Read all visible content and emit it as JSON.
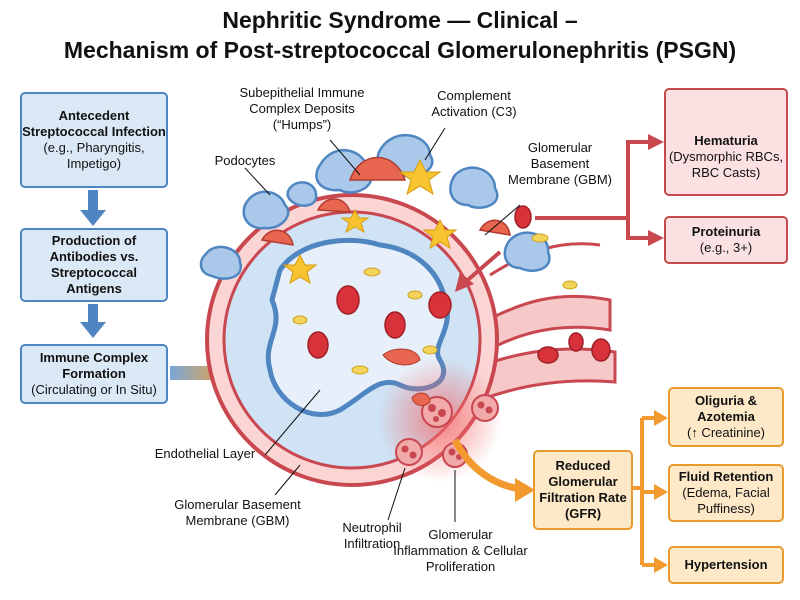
{
  "title": {
    "line1": "Nephritic Syndrome — Clinical –",
    "line2": "Mechanism of Post-streptococcal Glomerulonephritis (PSGN)"
  },
  "left_flow": {
    "step1": {
      "bold": "Antecedent Streptococcal Infection",
      "normal": "(e.g., Pharyngitis, Impetigo)"
    },
    "step2": {
      "bold": "Production of Antibodies vs. Streptococcal Antigens"
    },
    "step3": {
      "bold": "Immune Complex Formation",
      "normal": "(Circulating or In Situ)"
    }
  },
  "diagram_labels": {
    "podocytes": "Podocytes",
    "deposits": "Subepithelial Immune Complex Deposits (“Humps”)",
    "complement": "Complement Activation (C3)",
    "gbm_top": "Glomerular Basement Membrane (GBM)",
    "endothelial": "Endothelial Layer",
    "gbm_bottom": "Glomerular Basement Membrane (GBM)",
    "neutrophil": "Neutrophil Infiltration",
    "inflammation": "Glomerular Inflammation & Cellular Proliferation"
  },
  "right_outcomes": {
    "hematuria": {
      "bold": "Hematuria",
      "normal": "(Dysmorphic RBCs, RBC Casts)"
    },
    "proteinuria": {
      "bold": "Proteinuria",
      "normal": "(e.g., 3+)"
    },
    "gfr": {
      "bold": "Reduced Glomerular Filtration Rate (GFR)"
    },
    "oliguria": {
      "bold": "Oliguria & Azotemia",
      "normal": "(↑ Creatinine)"
    },
    "fluid": {
      "bold": "Fluid Retention",
      "normal": "(Edema, Facial Puffiness)"
    },
    "hypertension": {
      "bold": "Hypertension"
    }
  },
  "colors": {
    "blue_border": "#4f86c1",
    "red_border": "#c9474f",
    "orange_border": "#e89a2e"
  }
}
